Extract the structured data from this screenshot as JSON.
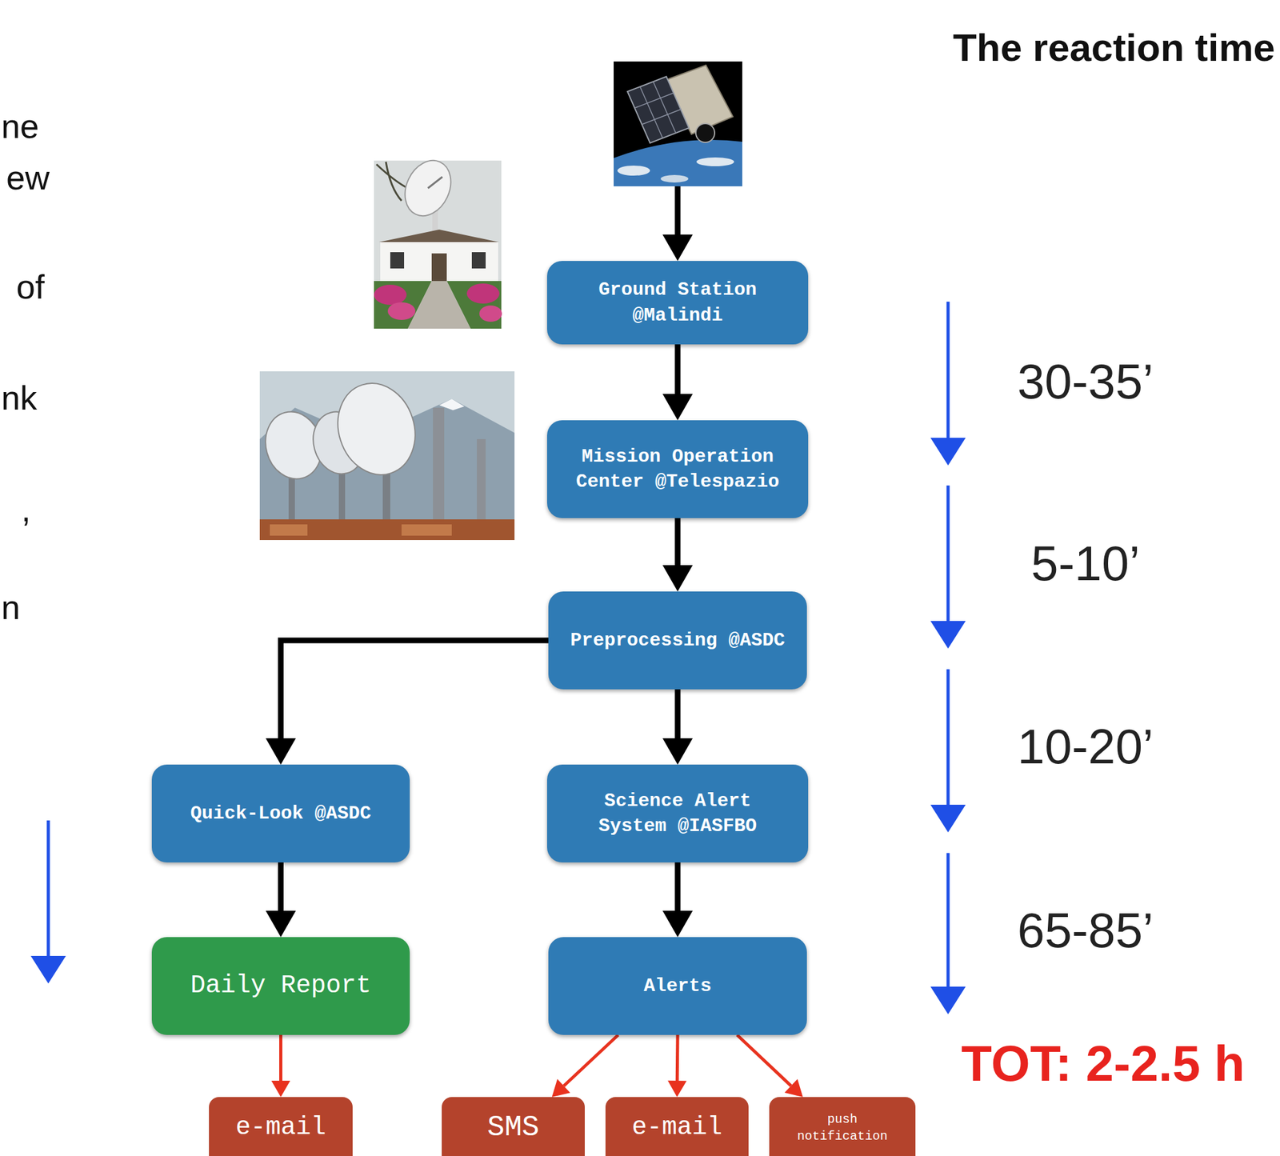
{
  "diagram": {
    "title": "The reaction time",
    "nodes": [
      {
        "text": [
          "Ground Station @Malindi"
        ]
      },
      {
        "text": [
          "Mission Operation Center @Telespazio"
        ]
      },
      {
        "text": [
          "Preprocessing @ASDC"
        ]
      },
      {
        "text": [
          "Quick-Look @ASDC"
        ]
      },
      {
        "text": [
          "Science Alert System @IASFBO"
        ]
      },
      {
        "text": [
          "Daily Report"
        ]
      },
      {
        "text": [
          "Alerts"
        ]
      },
      {
        "text": [
          "e-mail"
        ]
      },
      {
        "text": [
          "SMS"
        ]
      },
      {
        "text": [
          "e-mail"
        ]
      },
      {
        "text": [
          "push notification"
        ]
      }
    ],
    "edges": [
      {
        "from": 0,
        "to": 1,
        "arrow": "to"
      },
      {
        "from": 1,
        "to": 2,
        "arrow": "to"
      },
      {
        "from": 2,
        "to": 3,
        "arrow": "to"
      },
      {
        "from": 2,
        "to": 4,
        "arrow": "to"
      },
      {
        "from": 3,
        "to": 5,
        "arrow": "to"
      },
      {
        "from": 4,
        "to": 6,
        "arrow": "to"
      },
      {
        "from": 5,
        "to": 7,
        "arrow": "to"
      },
      {
        "from": 6,
        "to": 8,
        "arrow": "to"
      },
      {
        "from": 6,
        "to": 9,
        "arrow": "to"
      },
      {
        "from": 6,
        "to": 10,
        "arrow": "to"
      }
    ],
    "labels": [
      "ne",
      "ew",
      "of",
      "nk",
      ",",
      "n",
      "30-35’",
      "5-10’",
      "10-20’",
      "65-85’",
      "TOT: 2-2.5 h"
    ]
  }
}
